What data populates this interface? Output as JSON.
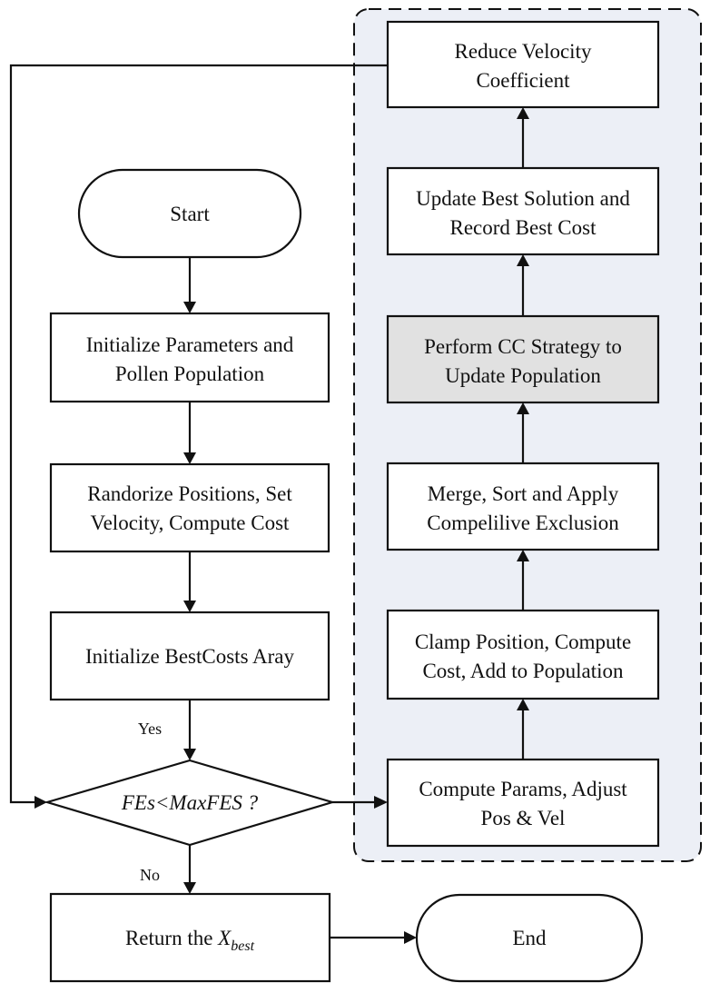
{
  "colors": {
    "line": "#111111",
    "group_fill": "#eceff6",
    "shaded_node_fill": "#e1e1e1",
    "node_fill": "#ffffff"
  },
  "nodes": {
    "start": {
      "label": "Start"
    },
    "init_params": {
      "line1": "Initialize Parameters and",
      "line2": "Pollen Population"
    },
    "randomize": {
      "line1": "Randorize Positions, Set",
      "line2": "Velocity, Compute Cost"
    },
    "init_bestcosts": {
      "label": "Initialize BestCosts Aray"
    },
    "decision": {
      "label": "FEs<MaxFES ?"
    },
    "return_best": {
      "prefix": "Return the ",
      "symbol": "X",
      "subscript": "best"
    },
    "end": {
      "label": "End"
    },
    "compute_params": {
      "line1": "Compute Params, Adjust",
      "line2": "Pos & Vel"
    },
    "clamp_position": {
      "line1": "Clamp Position, Compute",
      "line2": "Cost, Add to Population"
    },
    "merge_sort": {
      "line1": "Merge, Sort and Apply",
      "line2": "Compelilive Exclusion"
    },
    "cc_strategy": {
      "line1": "Perform CC Strategy to",
      "line2": "Update Population"
    },
    "update_best": {
      "line1": "Update Best Solution and",
      "line2": "Record Best Cost"
    },
    "reduce_velocity": {
      "line1": "Reduce Velocity",
      "line2": "Coefficient"
    }
  },
  "edge_labels": {
    "yes": "Yes",
    "no": "No"
  }
}
